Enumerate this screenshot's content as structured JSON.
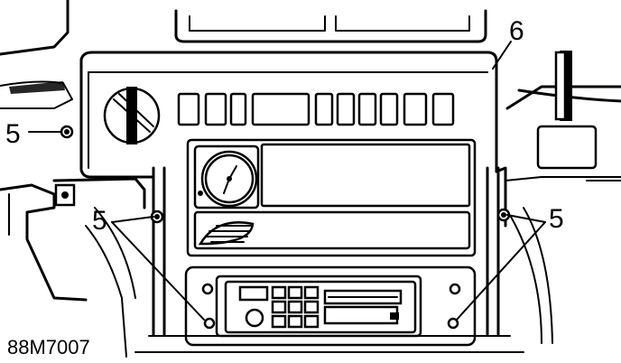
{
  "figure": {
    "figure_id": "88M7007",
    "callouts": {
      "left_upper": "5",
      "left_lower": "5",
      "right_lower": "5",
      "top_right": "6"
    }
  }
}
